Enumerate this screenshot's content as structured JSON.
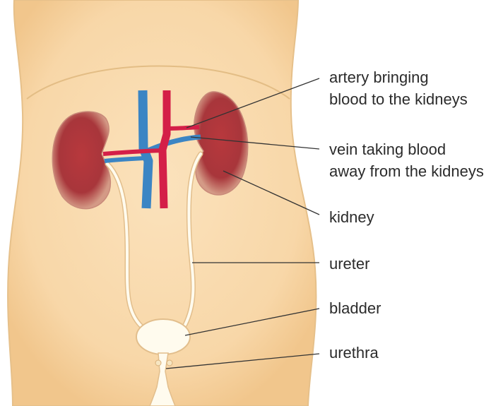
{
  "labels": {
    "artery": [
      "artery bringing",
      "blood to the kidneys"
    ],
    "vein": [
      "vein taking blood",
      "away from the kidneys"
    ],
    "kidney": "kidney",
    "ureter": "ureter",
    "bladder": "bladder",
    "urethra": "urethra"
  },
  "colors": {
    "skin": "#f9dcb0",
    "skin_outline": "#e9c48e",
    "kidney": "#b13a3f",
    "artery": "#d41f48",
    "vein": "#3b85c4",
    "ureter": "#fffbee",
    "leader_line": "#333333"
  }
}
